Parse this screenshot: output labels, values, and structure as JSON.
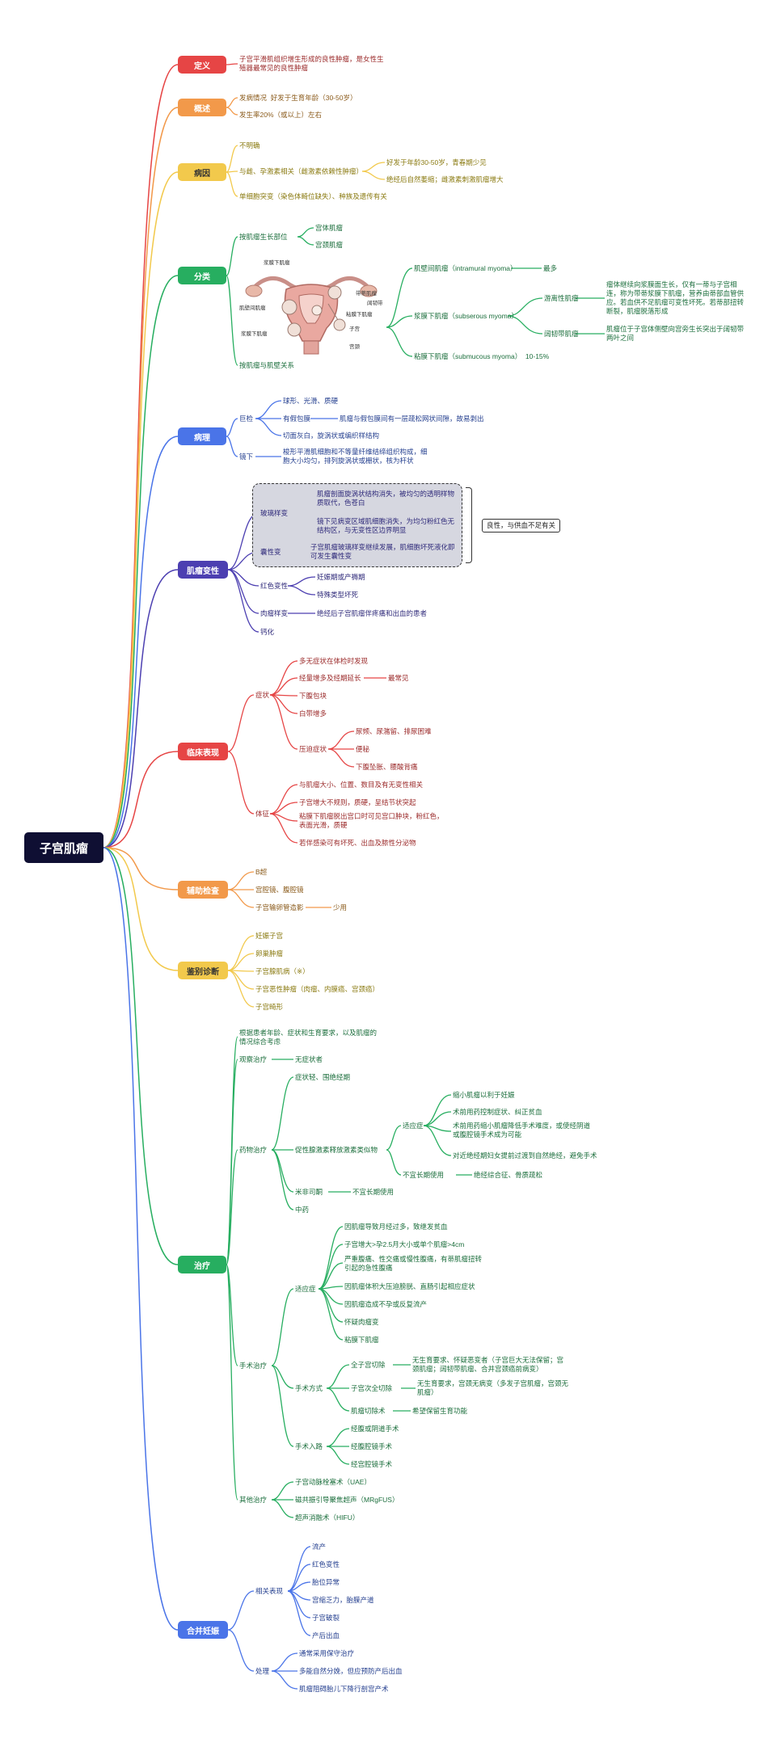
{
  "root": {
    "label": "子宫肌瘤"
  },
  "colors": {
    "definition": "#e64545",
    "overview": "#f2994a",
    "etiology": "#f2c94c",
    "classification": "#27ae60",
    "pathology": "#4a74e8",
    "degeneration": "#4c3fb1",
    "clinical": "#e64545",
    "exam": "#f2994a",
    "diff": "#f2c94c",
    "treatment": "#27ae60",
    "pregnancy": "#4a74e8"
  },
  "definition": {
    "label": "定义",
    "text1": "子宫平滑肌组织增生形成的良性肿瘤，是女性生",
    "text2": "殖器最常见的良性肿瘤"
  },
  "overview": {
    "label": "概述",
    "items": [
      "发病情况  好发于生育年龄（30-50岁）",
      "发生率20%（或以上）左右"
    ]
  },
  "etiology": {
    "label": "病因",
    "unknown": "不明确",
    "hormone": "与雌、孕激素相关（雌激素依赖性肿瘤）",
    "hormone_sub": [
      "好发于年龄30-50岁，青春期少见",
      "绝经后自然萎缩；雌激素刺激肌瘤增大"
    ],
    "clonal": "单细胞突变（染色体畸位缺失）、种族及遗传有关"
  },
  "classification": {
    "label": "分类",
    "by_site": "按肌瘤生长部位",
    "site_items": [
      "宫体肌瘤",
      "宫颈肌瘤"
    ],
    "by_relation": "按肌瘤与肌壁关系",
    "intramural": "肌壁间肌瘤（intramural myoma）",
    "intramural_note": "最多",
    "subserous": "浆膜下肌瘤（subserous myoma）",
    "pedunculated": "游离性肌瘤",
    "pedunculated_note": "瘤体继续向浆膜面生长，仅有一蒂与子宫相连，称为带蒂浆膜下肌瘤，营养由蒂部血管供应。若血供不足肌瘤可变性坏死。若蒂部扭转断裂，肌瘤脱落形成",
    "intraligament": "阔韧带肌瘤",
    "intraligament_note": "肌瘤位于子宫体侧壁向宫旁生长突出于阔韧带两叶之间",
    "submucous": "粘膜下肌瘤（submucous myoma）  10-15%",
    "diagram_labels": [
      "浆膜下肌瘤",
      "肌壁间肌瘤",
      "粘膜下肌瘤",
      "浆膜下肌瘤",
      "子宫",
      "宫颈",
      "阔韧带",
      "带蒂肌瘤"
    ]
  },
  "pathology": {
    "label": "病理",
    "gross": "巨检",
    "gross_items": [
      "球形、光滑、质硬",
      "有假包膜",
      "切面灰白，旋涡状或编织样结构"
    ],
    "capsule_note": "肌瘤与假包膜间有一层疏松网状间隙，故易剥出",
    "micro": "镜下",
    "micro_note": "梭形平滑肌细胞和不等量纤维结缔组织构成，细胞大小均匀，排列旋涡状或栅状，核为杆状"
  },
  "degeneration": {
    "label": "肌瘤变性",
    "hyaline": "玻璃样变",
    "hyaline_items": [
      "肌瘤剖面旋涡状结构消失，被均匀的透明样物质取代，色苍白",
      "镜下见病变区域肌细胞消失，为均匀粉红色无结构区，与无变性区边界明显"
    ],
    "cystic": "囊性变",
    "cystic_note": "子宫肌瘤玻璃样变继续发展，肌细胞坏死液化即可发生囊性变",
    "benign_box": "良性，与供血不足有关",
    "red": "红色变性",
    "red_items": [
      "妊娠期或产褥期",
      "特殊类型坏死"
    ],
    "sarcoma": "肉瘤样变",
    "sarcoma_note": "绝经后子宫肌瘤伴疼痛和出血的患者",
    "calcification": "钙化"
  },
  "clinical": {
    "label": "临床表现",
    "symptoms": "症状",
    "symptom_items": [
      "多无症状在体检时发现",
      "经量增多及经期延长",
      "下腹包块",
      "白带增多",
      "压迫症状"
    ],
    "most_common": "最常见",
    "compression_items": [
      "尿频、尿潴留、排尿困难",
      "便秘",
      "下腹坠胀、腰酸背痛"
    ],
    "signs": "体征",
    "sign_items": [
      "与肌瘤大小、位置、数目及有无变性相关",
      "子宫增大不规则，质硬，呈结节状突起",
      "粘膜下肌瘤脱出宫口时可见宫口肿块，粉红色，表面光滑，质硬",
      "若伴感染可有坏死、出血及脓性分泌物"
    ]
  },
  "exam": {
    "label": "辅助检查",
    "items": [
      "B超",
      "宫腔镜、腹腔镜",
      "子宫输卵管造影"
    ],
    "note": "少用"
  },
  "diff": {
    "label": "鉴别诊断",
    "items": [
      "妊娠子宫",
      "卵巢肿瘤",
      "子宫腺肌病（※）",
      "子宫恶性肿瘤（肉瘤、内膜癌、宫颈癌）",
      "子宫畸形"
    ]
  },
  "treatment": {
    "label": "治疗",
    "intro": "根据患者年龄、症状和生育要求，以及肌瘤的情况综合考虑",
    "observe": "观察治疗",
    "observe_note": "无症状者",
    "drug": "药物治疗",
    "drug_indication": "症状轻、围绝经期",
    "gnrh": "促性腺激素释放激素类似物",
    "gnrh_indication": "适应症",
    "gnrh_items": [
      "缩小肌瘤以利于妊娠",
      "术前用药控制症状、纠正贫血",
      "术前用药缩小肌瘤降低手术难度，或使经阴道或腹腔镜手术成为可能",
      "对近绝经期妇女提前过渡到自然绝经，避免手术"
    ],
    "gnrh_limit": "不宜长期使用",
    "gnrh_limit_note": "绝经综合征、骨质疏松",
    "mife": "米非司酮",
    "mife_note": "不宜长期使用",
    "tcm": "中药",
    "surgery": "手术治疗",
    "surgery_indication": "适应症",
    "surgery_ind_items": [
      "因肌瘤导致月经过多，致继发贫血",
      "子宫增大>孕2.5月大小或单个肌瘤>4cm",
      "严重腹痛、性交痛或慢性腹痛，有蒂肌瘤扭转引起的急性腹痛",
      "因肌瘤体积大压迫膀胱、直肠引起相应症状",
      "因肌瘤造成不孕或反复流产",
      "怀疑肉瘤变",
      "粘膜下肌瘤"
    ],
    "method": "手术方式",
    "method_items": [
      "全子宫切除",
      "子宫次全切除",
      "肌瘤切除术"
    ],
    "method_notes": [
      "无生育要求、怀疑恶变者（子宫巨大无法保留；宫颈肌瘤；阔韧带肌瘤、合并宫颈癌前病变）",
      "无生育要求，宫颈无病变（多发子宫肌瘤，宫颈无肌瘤）",
      "希望保留生育功能"
    ],
    "approach": "手术入路",
    "approach_items": [
      "经腹或阴道手术",
      "经腹腔镜手术",
      "经宫腔镜手术"
    ],
    "other": "其他治疗",
    "other_items": [
      "子宫动脉栓塞术（UAE）",
      "磁共振引导聚焦超声（MRgFUS）",
      "超声消融术（HIFU）"
    ]
  },
  "pregnancy": {
    "label": "合并妊娠",
    "related": "相关表现",
    "related_items": [
      "流产",
      "红色变性",
      "胎位异常",
      "宫缩乏力，胎膜产道",
      "子宫破裂",
      "产后出血"
    ],
    "management": "处理",
    "management_items": [
      "通常采用保守治疗",
      "多能自然分娩，但应预防产后出血",
      "肌瘤阻碍胎儿下降行剖宫产术"
    ]
  }
}
